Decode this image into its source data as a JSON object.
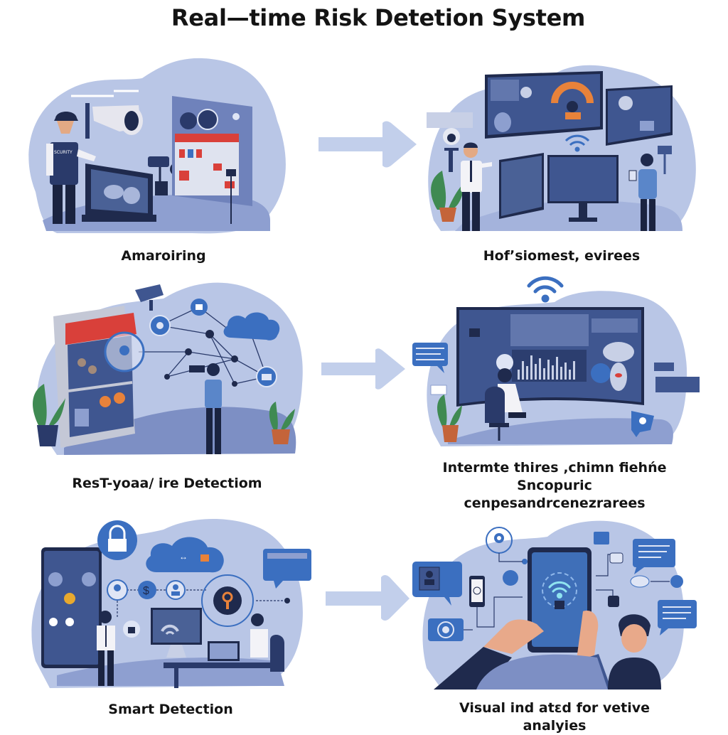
{
  "title": "Real—time Risk Detetion System",
  "panels": [
    {
      "id": "p1",
      "caption": "Amaroiring",
      "vest_text": "SCURITY"
    },
    {
      "id": "p2",
      "caption": "Hofʼsiomest, evirees"
    },
    {
      "id": "p3",
      "caption": "ResT-yoaa/ ire Detectiom"
    },
    {
      "id": "p4",
      "caption_line1": "Intermte thires ‚chimn fiehńe Sncopuric",
      "caption_line2": "cenpesandrcenezrarees"
    },
    {
      "id": "p5",
      "caption": "Smart Detection"
    },
    {
      "id": "p6",
      "caption": "Visual ind atɛd for vetive analyies"
    }
  ],
  "arrows": [
    {
      "from": "p1",
      "to": "p2",
      "direction": "right"
    },
    {
      "from": "p3",
      "to": "p4",
      "direction": "right"
    },
    {
      "from": "p5",
      "to": "p6",
      "direction": "right"
    }
  ],
  "colors": {
    "blob": "#b9c6e6",
    "blob_floor": "#7d8fc4",
    "dark_navy": "#1f2a4d",
    "screen": "#3f5690",
    "accent_blue": "#3b6fc0",
    "alert_red": "#d9403a",
    "orange": "#e8823a",
    "arrow": "#c2cfeb",
    "plant": "#3f8a52",
    "pot": "#c4643a"
  }
}
